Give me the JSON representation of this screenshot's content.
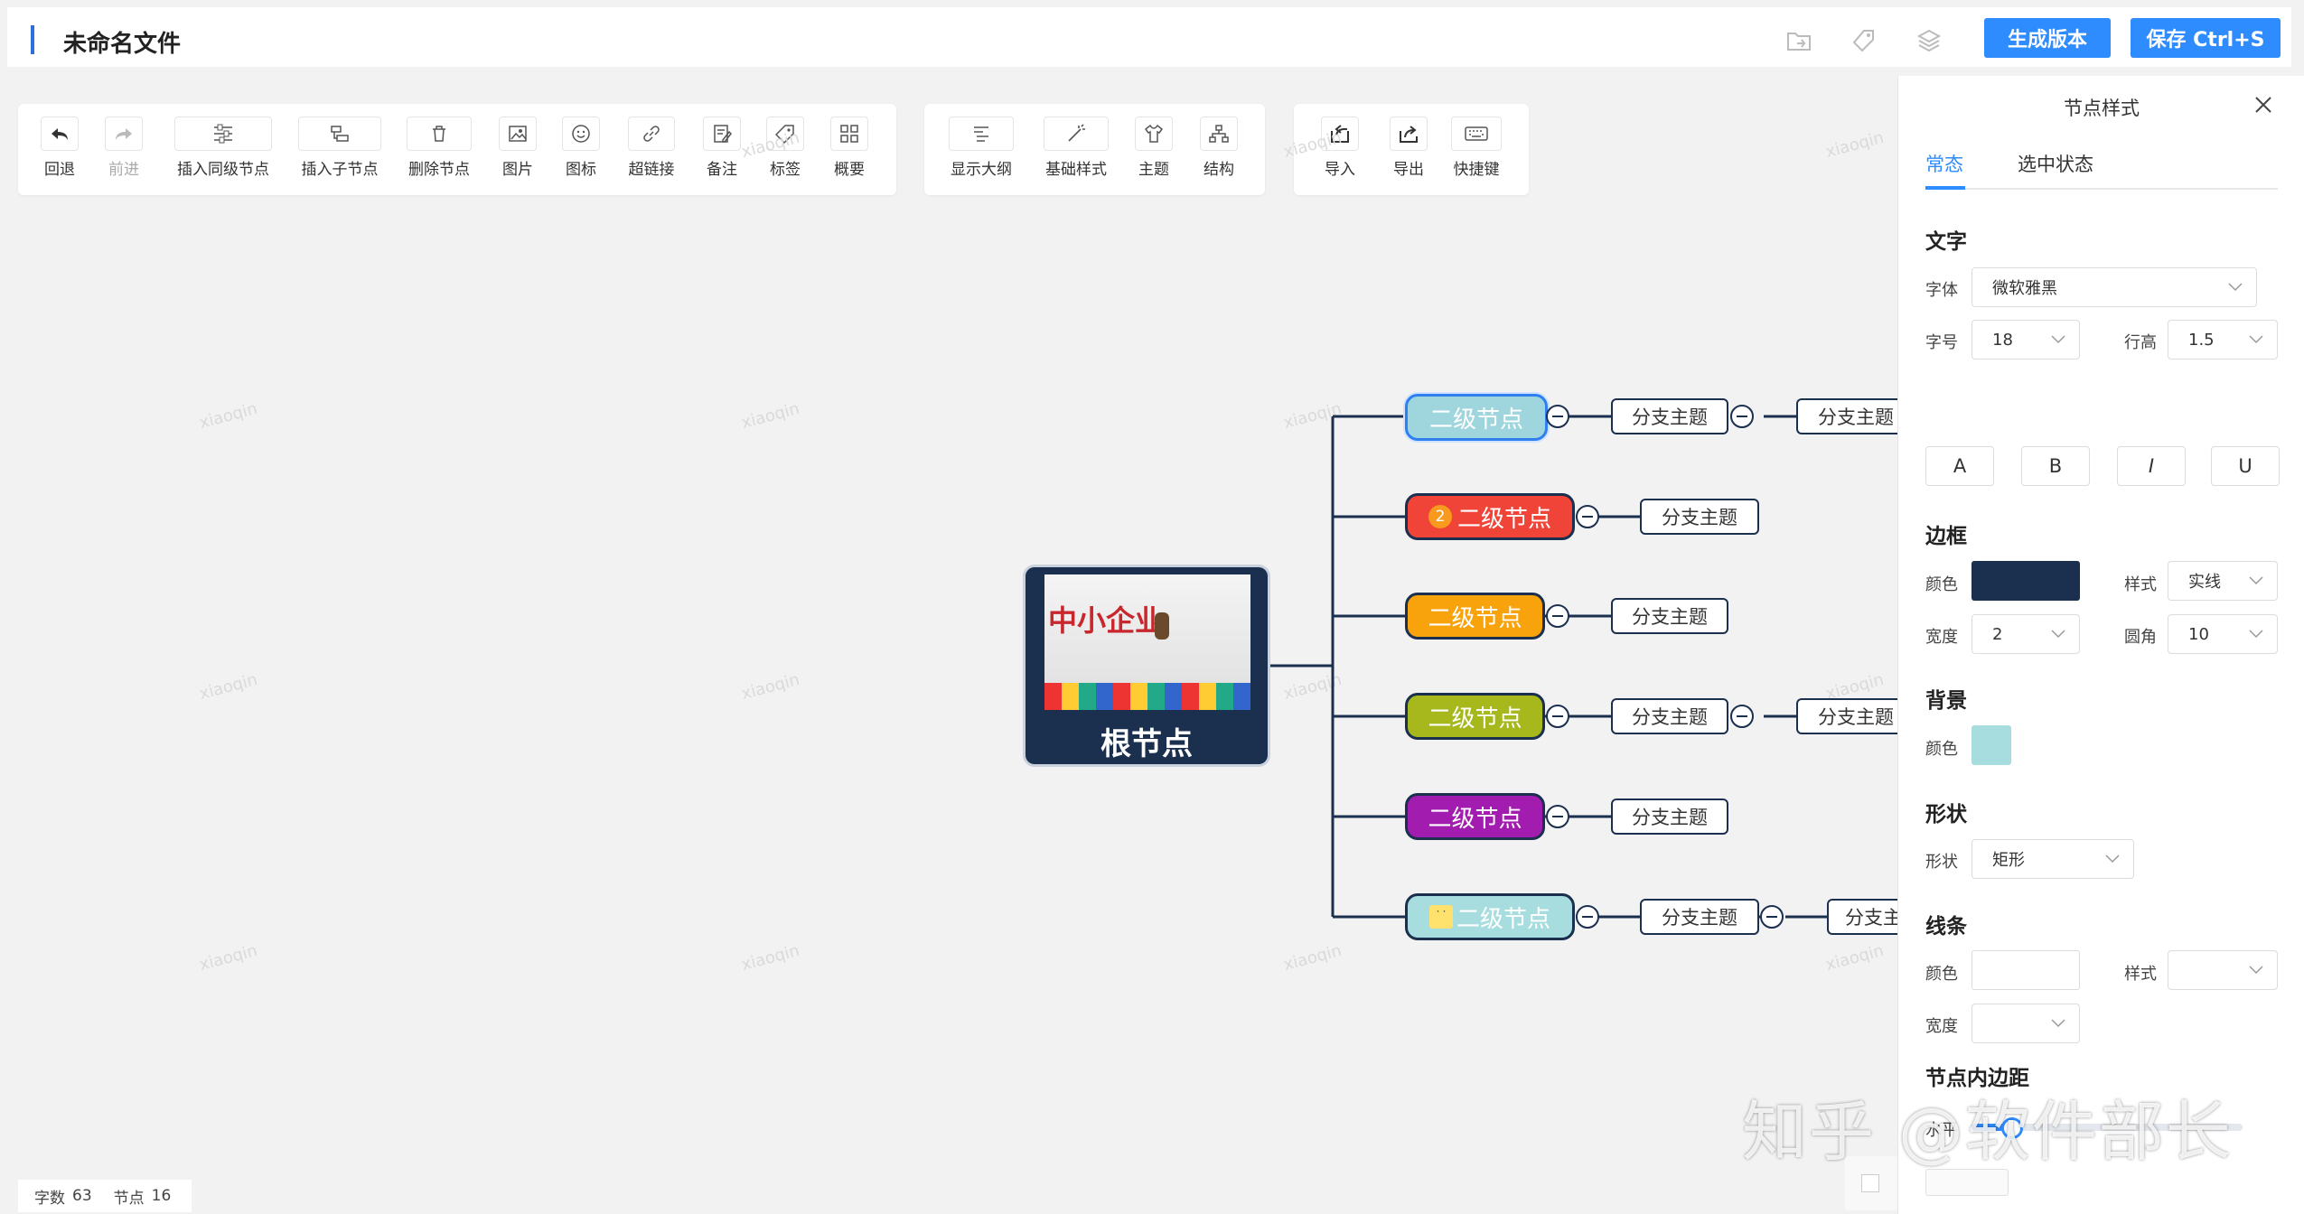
{
  "header": {
    "title": "未命名文件",
    "generate_label": "生成版本",
    "save_label": "保存 Ctrl+S"
  },
  "toolbar1": [
    {
      "label": "回退",
      "icon": "undo-icon",
      "disabled": false
    },
    {
      "label": "前进",
      "icon": "redo-icon",
      "disabled": true
    },
    {
      "label": "插入同级节点",
      "icon": "insert-sibling-icon",
      "disabled": false
    },
    {
      "label": "插入子节点",
      "icon": "insert-child-icon",
      "disabled": false
    },
    {
      "label": "删除节点",
      "icon": "delete-icon",
      "disabled": false
    },
    {
      "label": "图片",
      "icon": "image-icon",
      "disabled": false
    },
    {
      "label": "图标",
      "icon": "emoji-icon",
      "disabled": false
    },
    {
      "label": "超链接",
      "icon": "link-icon",
      "disabled": false
    },
    {
      "label": "备注",
      "icon": "note-icon",
      "disabled": false
    },
    {
      "label": "标签",
      "icon": "tag-icon",
      "disabled": false
    },
    {
      "label": "概要",
      "icon": "summary-icon",
      "disabled": false
    }
  ],
  "toolbar2": [
    {
      "label": "显示大纲",
      "icon": "outline-icon"
    },
    {
      "label": "基础样式",
      "icon": "magic-wand-icon"
    },
    {
      "label": "主题",
      "icon": "shirt-icon"
    },
    {
      "label": "结构",
      "icon": "structure-icon"
    }
  ],
  "toolbar3": [
    {
      "label": "导入",
      "icon": "import-icon"
    },
    {
      "label": "导出",
      "icon": "export-icon"
    },
    {
      "label": "快捷键",
      "icon": "keyboard-icon"
    }
  ],
  "mindmap": {
    "root": {
      "label": "根节点",
      "image_text": "中小企业"
    },
    "level2": [
      {
        "label": "二级节点",
        "color": "#9fd6dd",
        "text_color": "#ffffff",
        "selected": true,
        "badge": "",
        "emoji": false,
        "branches": [
          "分支主题",
          "分支主题"
        ]
      },
      {
        "label": "二级节点",
        "color": "#f04438",
        "text_color": "#ffffff",
        "selected": false,
        "badge": "2",
        "emoji": false,
        "branches": [
          "分支主题"
        ]
      },
      {
        "label": "二级节点",
        "color": "#f8a20c",
        "text_color": "#ffffff",
        "selected": false,
        "badge": "",
        "emoji": false,
        "branches": [
          "分支主题"
        ]
      },
      {
        "label": "二级节点",
        "color": "#a6b81c",
        "text_color": "#ffffff",
        "selected": false,
        "badge": "",
        "emoji": false,
        "branches": [
          "分支主题",
          "分支主题"
        ]
      },
      {
        "label": "二级节点",
        "color": "#a21caf",
        "text_color": "#ffffff",
        "selected": false,
        "badge": "",
        "emoji": false,
        "branches": [
          "分支主题"
        ]
      },
      {
        "label": "二级节点",
        "color": "#a8dde0",
        "text_color": "#ffffff",
        "selected": false,
        "badge": "",
        "emoji": true,
        "branches": [
          "分支主题",
          "分支主"
        ]
      }
    ],
    "watermark": "xiaoqin"
  },
  "panel": {
    "title": "节点样式",
    "tabs": [
      "常态",
      "选中状态"
    ],
    "text_section": {
      "title": "文字",
      "font_label": "字体",
      "font_value": "微软雅黑",
      "size_label": "字号",
      "size_value": "18",
      "line_height_label": "行高",
      "line_height_value": "1.5",
      "buttons": [
        "A",
        "B",
        "I",
        "U"
      ]
    },
    "border_section": {
      "title": "边框",
      "color_label": "颜色",
      "color": "#1b2f4e",
      "style_label": "样式",
      "style_value": "实线",
      "width_label": "宽度",
      "width_value": "2",
      "radius_label": "圆角",
      "radius_value": "10"
    },
    "bg_section": {
      "title": "背景",
      "color_label": "颜色",
      "color": "#a8dde0"
    },
    "shape_section": {
      "title": "形状",
      "shape_label": "形状",
      "shape_value": "矩形"
    },
    "line_section": {
      "title": "线条",
      "color_label": "颜色",
      "style_label": "样式",
      "width_label": "宽度"
    },
    "padding_section": {
      "title": "节点内边距",
      "horizontal_label": "水平",
      "horizontal_value": 0.15
    }
  },
  "footer": {
    "word_count_label": "字数",
    "word_count": "63",
    "node_count_label": "节点",
    "node_count": "16"
  },
  "overlay_watermark": "知乎 @软件部长"
}
